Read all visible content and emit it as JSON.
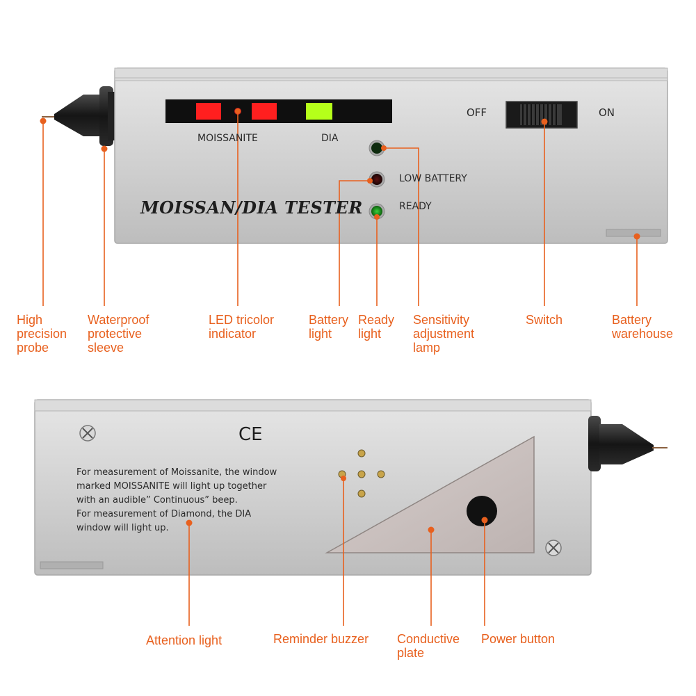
{
  "device_top": {
    "title": "MOISSAN/DIA TESTER",
    "label_moissanite": "MOISSANITE",
    "label_dia": "DIA",
    "label_low_battery": "LOW BATTERY",
    "label_ready": "READY",
    "label_off": "OFF",
    "label_on": "ON"
  },
  "device_back": {
    "ce_mark": "CE",
    "instructions": [
      "For measurement of Moissanite, the window",
      "marked MOISSANITE will light up together",
      "with an audible” Continuous” beep.",
      "For measurement of Diamond, the DIA",
      "window will light up."
    ]
  },
  "callouts_top": [
    {
      "id": "probe",
      "lines": [
        "High",
        "precision",
        "probe"
      ]
    },
    {
      "id": "sleeve",
      "lines": [
        "Waterproof",
        "protective",
        "sleeve"
      ]
    },
    {
      "id": "led",
      "lines": [
        "LED tricolor",
        "indicator"
      ]
    },
    {
      "id": "battery-light",
      "lines": [
        "Battery",
        "light"
      ]
    },
    {
      "id": "ready-light",
      "lines": [
        "Ready",
        "light"
      ]
    },
    {
      "id": "sensitivity",
      "lines": [
        "Sensitivity",
        "adjustment",
        "lamp"
      ]
    },
    {
      "id": "switch",
      "lines": [
        "Switch"
      ]
    },
    {
      "id": "battery-warehouse",
      "lines": [
        "Battery",
        "warehouse"
      ]
    }
  ],
  "callouts_bottom": [
    {
      "id": "attention-light",
      "lines": [
        "Attention light"
      ]
    },
    {
      "id": "reminder-buzzer",
      "lines": [
        "Reminder buzzer"
      ]
    },
    {
      "id": "conductive-plate",
      "lines": [
        "Conductive",
        "plate"
      ]
    },
    {
      "id": "power-button",
      "lines": [
        "Power button"
      ]
    }
  ],
  "colors": {
    "accent": "#e8601e",
    "body": "#c9c9c9",
    "led_red": "#ff1f1f",
    "led_green": "#b5ff1a",
    "ready_led": "#1fa81f"
  }
}
